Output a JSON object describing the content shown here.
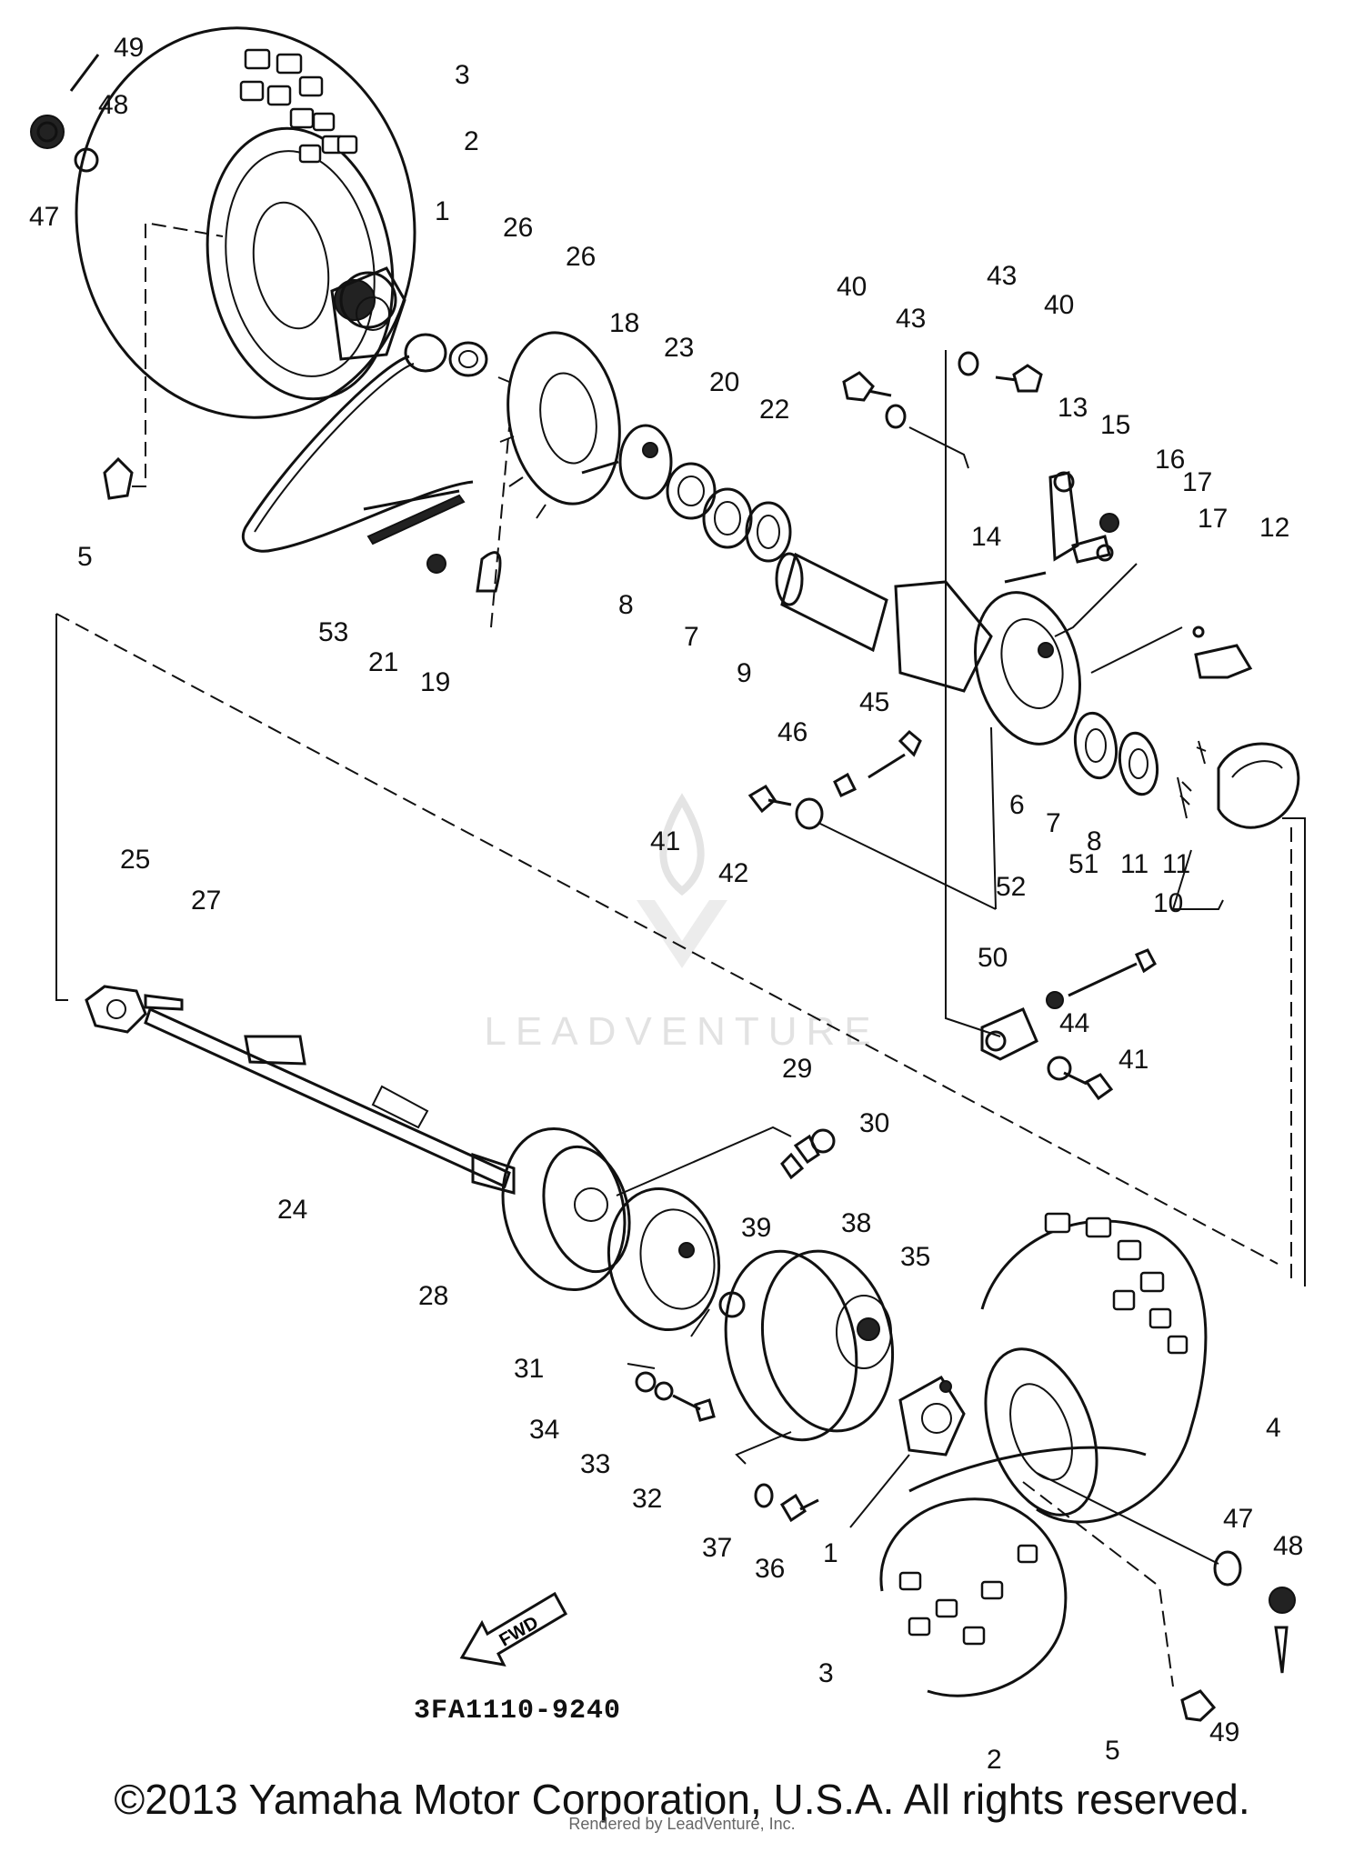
{
  "diagram": {
    "callouts": [
      "49",
      "48",
      "47",
      "3",
      "2",
      "1",
      "26",
      "26",
      "5",
      "18",
      "23",
      "20",
      "22",
      "53",
      "21",
      "19",
      "8",
      "7",
      "9",
      "40",
      "43",
      "43",
      "40",
      "13",
      "15",
      "16",
      "17",
      "17",
      "12",
      "14",
      "45",
      "46",
      "41",
      "42",
      "6",
      "7",
      "8",
      "11",
      "11",
      "10",
      "51",
      "52",
      "50",
      "44",
      "41",
      "25",
      "27",
      "24",
      "29",
      "30",
      "28",
      "31",
      "39",
      "38",
      "35",
      "34",
      "33",
      "32",
      "37",
      "36",
      "1",
      "4",
      "47",
      "48",
      "3",
      "2",
      "5",
      "49"
    ],
    "part_names": {
      "wheel-tire-top": "tire-icon",
      "axle": "axle-icon",
      "sprocket": "sprocket-icon",
      "brake-drum": "brake-drum-icon",
      "wheel-tire-bottom": "tire-icon"
    },
    "fwd_label": "FWD",
    "code": "3FA1110-9240"
  },
  "watermark": {
    "text": "LEADVENTURE"
  },
  "footer": {
    "copyright": "©2013 Yamaha Motor Corporation, U.S.A. All rights reserved.",
    "rendered_by": "Rendered by LeadVenture, Inc."
  }
}
